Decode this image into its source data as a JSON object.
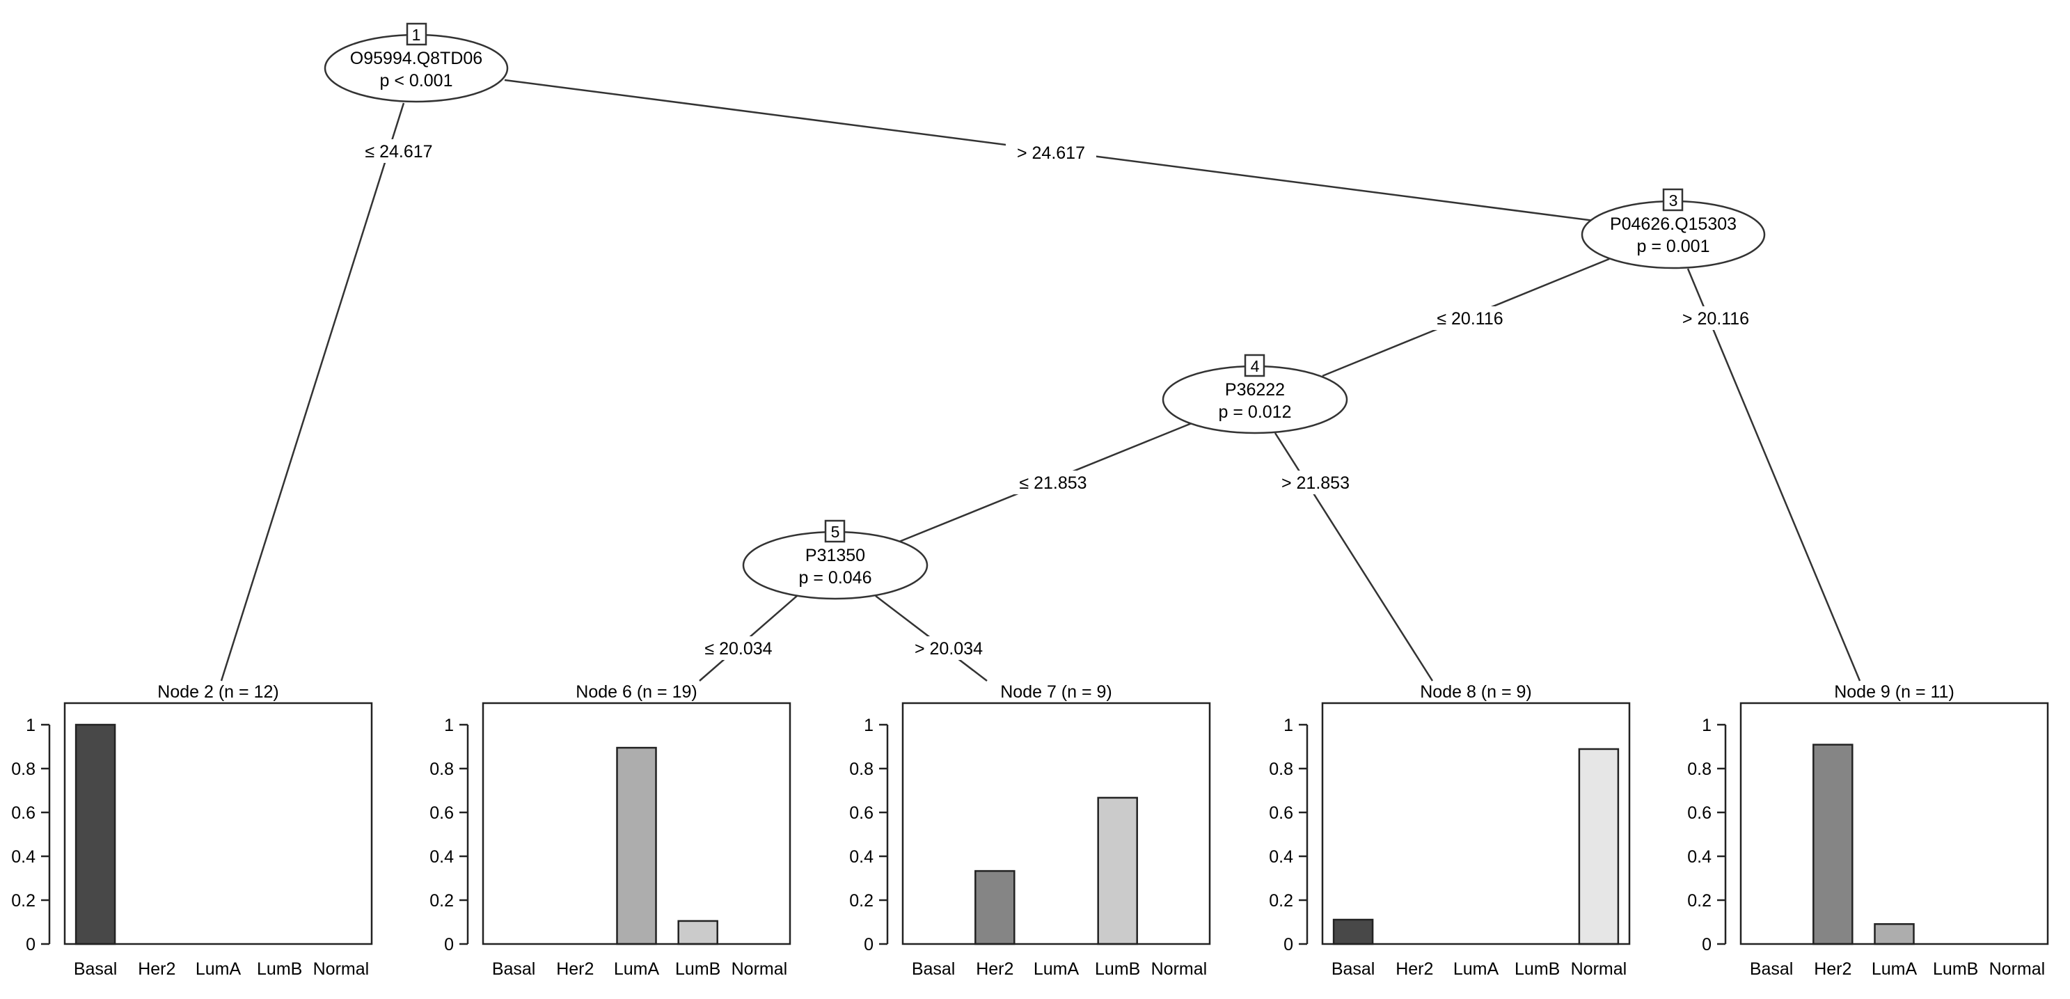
{
  "inner_nodes": [
    {
      "id": "1",
      "variable": "O95994.Q8TD06",
      "p": "p < 0.001"
    },
    {
      "id": "3",
      "variable": "P04626.Q15303",
      "p": "p = 0.001"
    },
    {
      "id": "4",
      "variable": "P36222",
      "p": "p = 0.012"
    },
    {
      "id": "5",
      "variable": "P31350",
      "p": "p = 0.046"
    }
  ],
  "edges": [
    {
      "label": "≤ 24.617"
    },
    {
      "label": "> 24.617"
    },
    {
      "label": "≤ 20.116"
    },
    {
      "label": "> 20.116"
    },
    {
      "label": "≤ 21.853"
    },
    {
      "label": "> 21.853"
    },
    {
      "label": "≤ 20.034"
    },
    {
      "label": "> 20.034"
    }
  ],
  "chart_data": {
    "type": "bar",
    "categories": [
      "Basal",
      "Her2",
      "LumA",
      "LumB",
      "Normal"
    ],
    "colors": [
      "#484848",
      "#858585",
      "#adadad",
      "#cbcbcb",
      "#e6e6e6"
    ],
    "yticks": [
      "0",
      "0.2",
      "0.4",
      "0.6",
      "0.8",
      "1"
    ],
    "ylim": [
      0,
      1
    ],
    "terminal_nodes": [
      {
        "title": "Node 2 (n = 12)",
        "values": [
          1.0,
          0,
          0,
          0,
          0
        ]
      },
      {
        "title": "Node 6 (n = 19)",
        "values": [
          0,
          0,
          0.895,
          0.105,
          0
        ]
      },
      {
        "title": "Node 7 (n = 9)",
        "values": [
          0,
          0.333,
          0,
          0.667,
          0
        ]
      },
      {
        "title": "Node 8 (n = 9)",
        "values": [
          0.111,
          0,
          0,
          0,
          0.889
        ]
      },
      {
        "title": "Node 9 (n = 11)",
        "values": [
          0,
          0.909,
          0.091,
          0,
          0
        ]
      }
    ]
  }
}
